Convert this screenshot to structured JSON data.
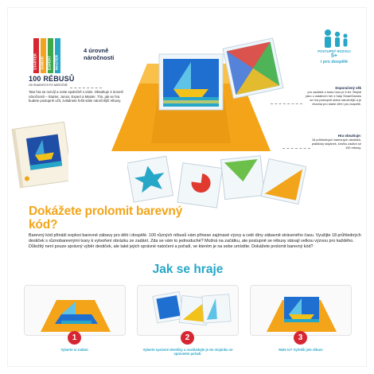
{
  "levels": {
    "badge_levels": [
      "STARTER",
      "JUNIOR",
      "EXPERT",
      "MASTER"
    ],
    "title": "4 úrovně náročnosti",
    "count": "100 RÉBUSŮ",
    "count_sub": "OD SNADNÝCH PO NÁROČNÉ",
    "intro": "Tato hra se rozvíjí a roste společně s vámi. Obsahuje 4 úrovně náročnosti – Starter, Junior, Expert a Master. Tím, jak se hra budete postupně učit, zvládnete řešit stále náročnější rébusy."
  },
  "age": {
    "top": "POSTUPNÝ ROZVOJ",
    "mid": "5+",
    "bot": "i pro dospělé"
  },
  "recommended": {
    "title": "Doporučený věk",
    "text": "pro začátek s touto hrou je 5 let. Stejně jako u ostatních her z řady SmartGames se hra postupně stává náročnější a je vhodná pro starší děti i pro dospělé."
  },
  "contents": {
    "title": "Hra obsahuje:",
    "text": "18 průhledných barevných destiček, praktický stojánek, knížku zadání se 100 rébusy."
  },
  "headline": "Dokážete prolomit barevný kód?",
  "body": "Barevný kód přináší exploxi barevné zábavy pro děti i dospělé. 100 různých rébusů vám přinese zajímavé výzvy a celé díny zábavně stráveného času. Využijte 18 průhledných destiček s různobarevnými tvary k vytvoření obrázku ze zadání. Zda se vám to jednoduché? Možná na začátku, ale postupně se rébusy stávají velkou výzvou pro každého. Důležitý není pouze správný výběr destiček, ale také jejich správné natočení a pořadí, ve kterém je na sebe umístíte. Dokážete prolomit barevný kód?",
  "how_title": "Jak se hraje",
  "steps": [
    {
      "num": "1",
      "caption": "Vyberte si zadání."
    },
    {
      "num": "2",
      "caption": "Vyberte správné destičky a naskládejte je do stojánku ve správném pořadí."
    },
    {
      "num": "3",
      "caption": "Máte to? Vyřešili jste rébus!"
    }
  ],
  "colors": {
    "accent_orange": "#f2a51b",
    "accent_blue": "#27a7c8",
    "step_red": "#d62632",
    "navy": "#1b2a4a"
  }
}
